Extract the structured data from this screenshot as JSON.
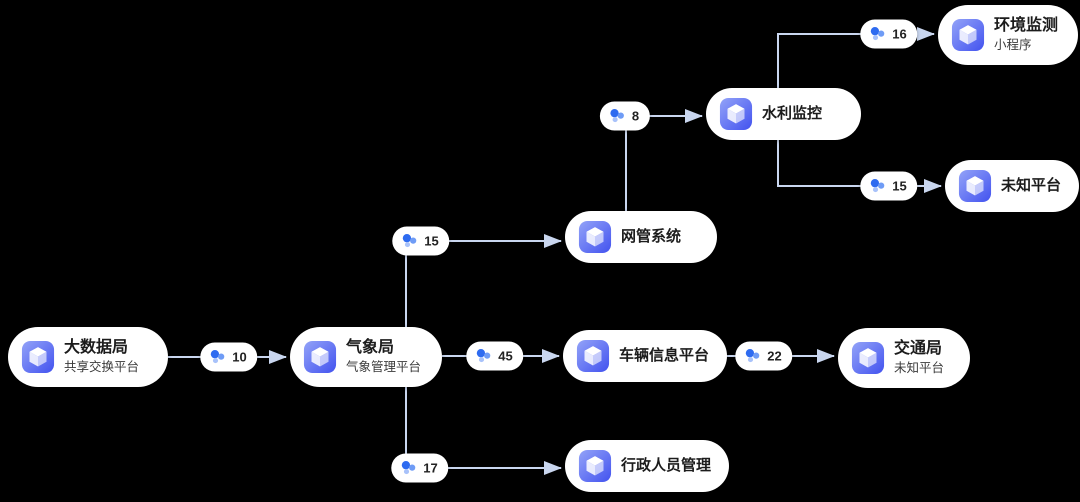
{
  "diagram": {
    "background": "#000000",
    "edge_color": "#c9d6ef",
    "accent_color": "#4a5af0",
    "nodes": [
      {
        "id": 0,
        "title": "大数据局",
        "subtitle": "共享交换平台"
      },
      {
        "id": 1,
        "title": "气象局",
        "subtitle": "气象管理平台"
      },
      {
        "id": 2,
        "title": "网管系统"
      },
      {
        "id": 3,
        "title": "水利监控"
      },
      {
        "id": 4,
        "title": "环境监测",
        "subtitle": "小程序"
      },
      {
        "id": 5,
        "title": "未知平台"
      },
      {
        "id": 6,
        "title": "车辆信息平台"
      },
      {
        "id": 7,
        "title": "交通局",
        "subtitle": "未知平台"
      },
      {
        "id": 8,
        "title": "行政人员管理"
      }
    ],
    "edges": [
      {
        "from": 0,
        "to": 1,
        "count": "10"
      },
      {
        "from": 1,
        "to": 2,
        "count": "15"
      },
      {
        "from": 2,
        "to": 3,
        "count": "8"
      },
      {
        "from": 3,
        "to": 4,
        "count": "16"
      },
      {
        "from": 3,
        "to": 5,
        "count": "15"
      },
      {
        "from": 1,
        "to": 6,
        "count": "45"
      },
      {
        "from": 6,
        "to": 7,
        "count": "22"
      },
      {
        "from": 1,
        "to": 8,
        "count": "17"
      }
    ]
  }
}
